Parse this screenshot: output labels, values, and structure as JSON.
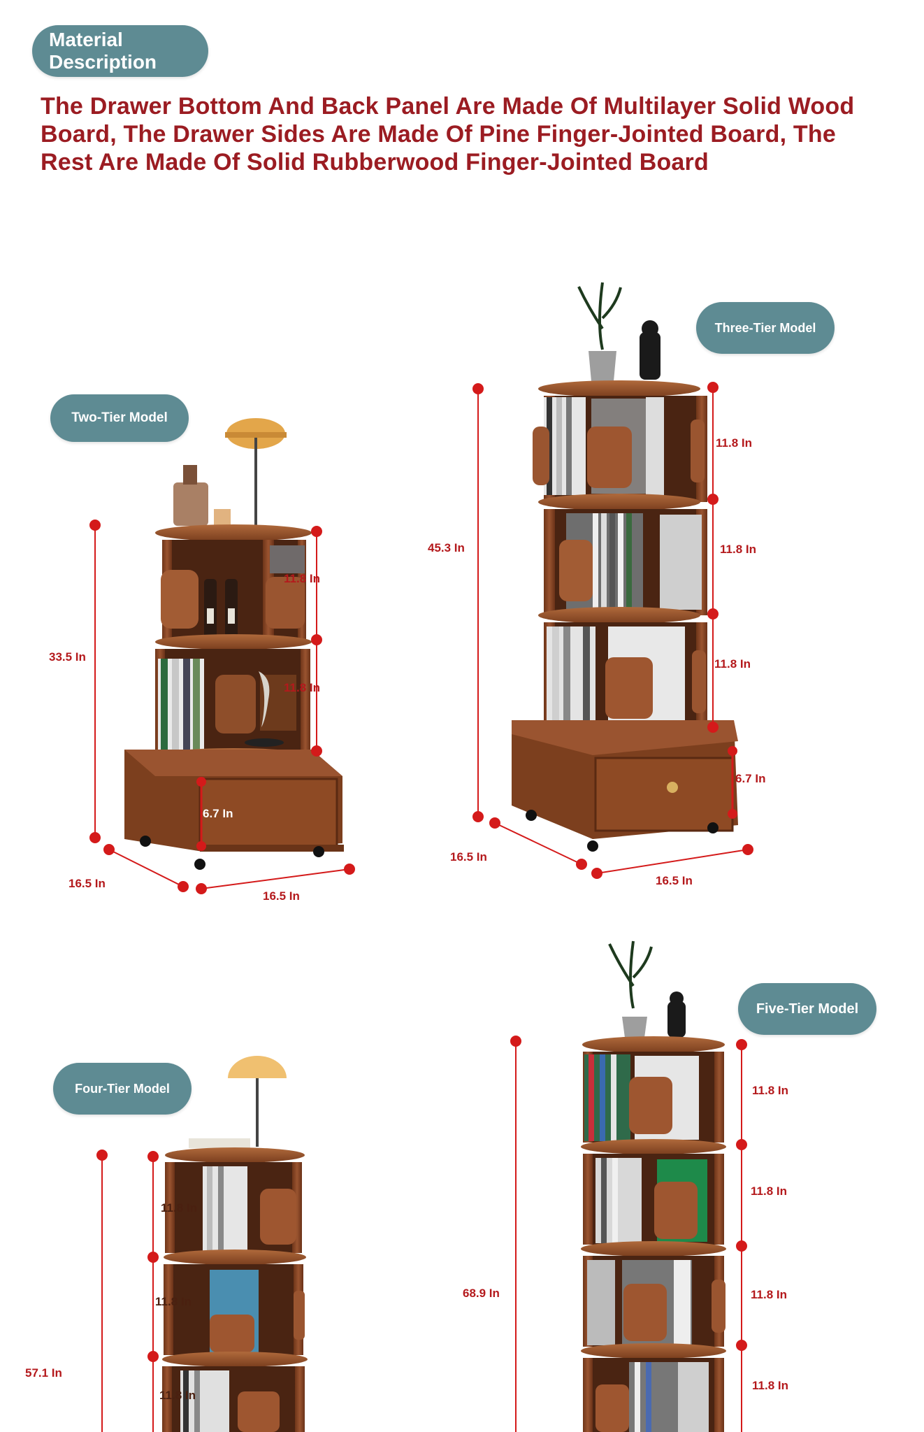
{
  "header": {
    "badge": "Material Description",
    "description": "The Drawer Bottom And Back Panel Are Made Of Multilayer Solid Wood Board, The Drawer Sides Are Made Of Pine Finger-Jointed Board, The Rest Are Made Of Solid Rubberwood Finger-Jointed Board"
  },
  "models": {
    "two_tier": {
      "label": "Two-Tier Model",
      "height": "33.5 In",
      "tier_1": "11.8 In",
      "tier_2": "11.8 In",
      "drawer": "6.7 In",
      "depth": "16.5 In",
      "width": "16.5 In"
    },
    "three_tier": {
      "label": "Three-Tier Model",
      "height": "45.3 In",
      "tier_1": "11.8 In",
      "tier_2": "11.8 In",
      "tier_3": "11.8 In",
      "drawer": "6.7 In",
      "depth": "16.5 In",
      "width": "16.5 In"
    },
    "four_tier": {
      "label": "Four-Tier Model",
      "height": "57.1 In",
      "tier_1": "11.8 In",
      "tier_2": "11.8 In",
      "tier_3": "11.8 In"
    },
    "five_tier": {
      "label": "Five-Tier Model",
      "height": "68.9 In",
      "tier_1": "11.8 In",
      "tier_2": "11.8 In",
      "tier_3": "11.8 In",
      "tier_4": "11.8 In"
    }
  },
  "colors": {
    "badge": "#5e8b93",
    "headline": "#9b1c22",
    "dimension": "#b4191c",
    "wood": "#8a4a26",
    "wood_dark": "#5e2e16"
  }
}
